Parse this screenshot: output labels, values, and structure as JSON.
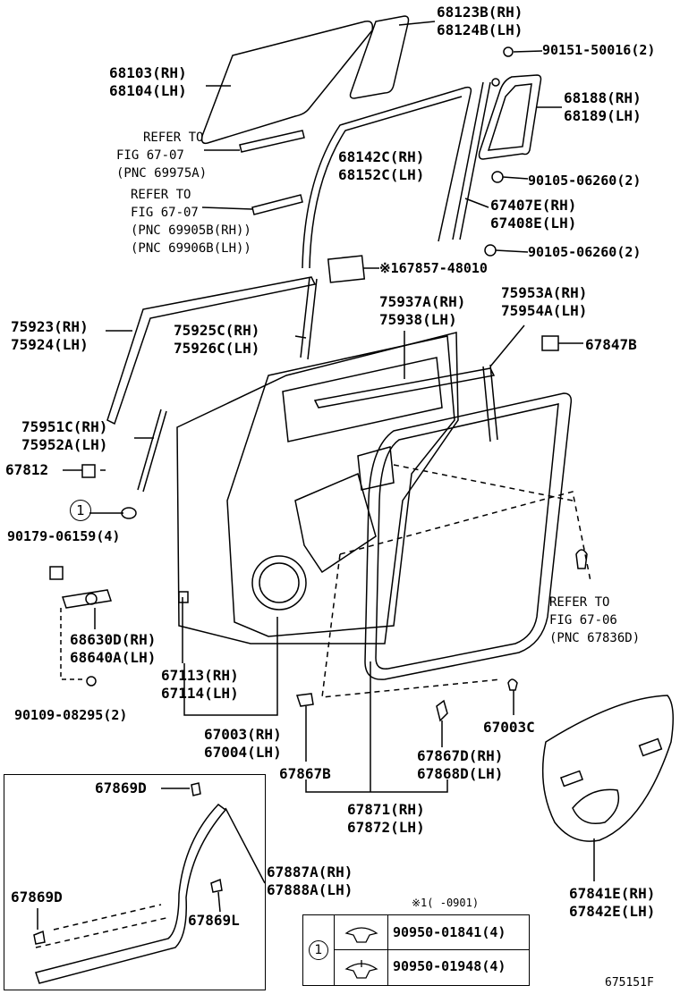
{
  "labels": {
    "p68123": "68123B(RH)",
    "p68124": "68124B(LH)",
    "p90151": "90151-50016(2)",
    "p68103": "68103(RH)",
    "p68104": "68104(LH)",
    "p68188": "68188(RH)",
    "p68189": "68189(LH)",
    "ref1_a": "REFER TO",
    "ref1_b": "FIG 67-07",
    "ref1_c": "(PNC 69975A)",
    "p68142": "68142C(RH)",
    "p68152": "68152C(LH)",
    "p90105a": "90105-06260(2)",
    "ref2_a": "REFER TO",
    "ref2_b": "FIG 67-07",
    "ref2_c": "(PNC 69905B(RH))",
    "ref2_d": "(PNC 69906B(LH))",
    "p67407": "67407E(RH)",
    "p67408": "67408E(LH)",
    "p90105b": "90105-06260(2)",
    "p67857": "※167857-48010",
    "p75937": "75937A(RH)",
    "p75938": "75938(LH)",
    "p75953": "75953A(RH)",
    "p75954": "75954A(LH)",
    "p75923": "75923(RH)",
    "p75924": "75924(LH)",
    "p75925": "75925C(RH)",
    "p75926": "75926C(LH)",
    "p67847": "67847B",
    "p75951": "75951C(RH)",
    "p75952": "75952A(LH)",
    "p67812": "67812",
    "circle1": "1",
    "p90179": "90179-06159(4)",
    "ref3_a": "REFER TO",
    "ref3_b": "FIG 67-06",
    "ref3_c": "(PNC 67836D)",
    "p68630": "68630D(RH)",
    "p68640": "68640A(LH)",
    "p67113": "67113(RH)",
    "p67114": "67114(LH)",
    "p90109": "90109-08295(2)",
    "p67003": "67003(RH)",
    "p67004": "67004(LH)",
    "p67003c": "67003C",
    "p67867d": "67867D(RH)",
    "p67868d": "67868D(LH)",
    "p67867b": "67867B",
    "p67871": "67871(RH)",
    "p67872": "67872(LH)",
    "p67869d_top": "67869D",
    "p67887": "67887A(RH)",
    "p67888": "67888A(LH)",
    "p67869d_left": "67869D",
    "p67869l": "67869L",
    "p67841": "67841E(RH)",
    "p67842": "67842E(LH)",
    "figure_id": "675151F"
  },
  "legend": {
    "note": "※1(      -0901)",
    "circle": "1",
    "part1": "90950-01841(4)",
    "part2": "90950-01948(4)"
  }
}
